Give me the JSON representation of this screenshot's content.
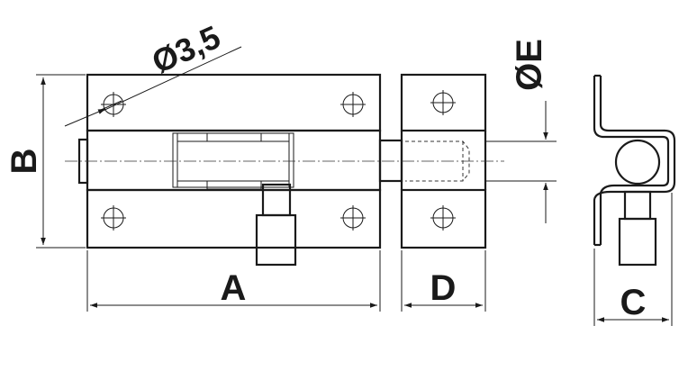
{
  "labels": {
    "diameter_hole": "Ø3,5",
    "dim_a": "A",
    "dim_b": "B",
    "dim_c": "C",
    "dim_d": "D",
    "dim_e": "ØE"
  }
}
